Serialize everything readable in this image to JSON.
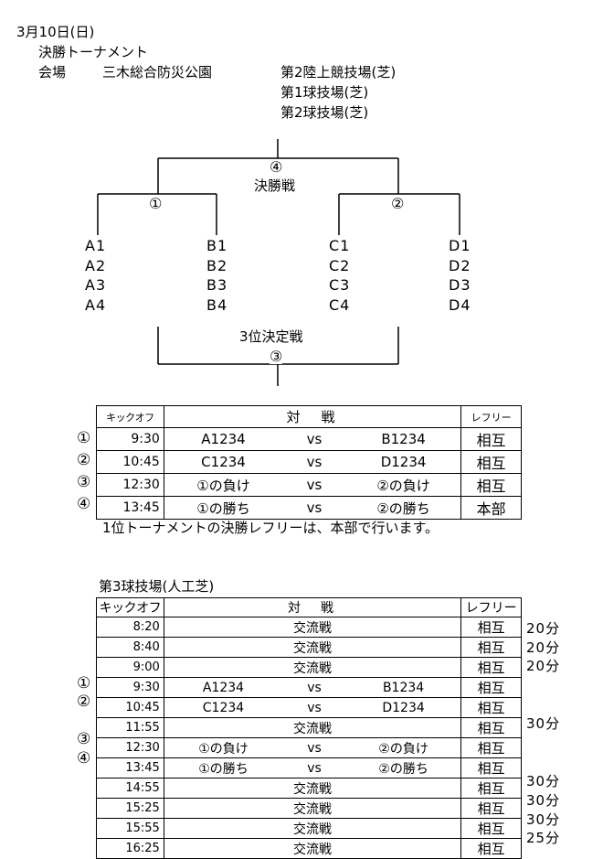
{
  "header": {
    "date": "3月10日(日)",
    "title": "決勝トーナメント",
    "venue_label": "会場",
    "venue_name": "三木総合防災公園",
    "fields": [
      "第2陸上競技場(芝)",
      "第1球技場(芝)",
      "第2球技場(芝)"
    ]
  },
  "bracket": {
    "final_mark": "④",
    "final_label": "決勝戦",
    "semi_left_mark": "①",
    "semi_right_mark": "②",
    "third_label": "3位決定戦",
    "third_mark": "③",
    "teams": {
      "A": [
        "A1",
        "A2",
        "A3",
        "A4"
      ],
      "B": [
        "B1",
        "B2",
        "B3",
        "B4"
      ],
      "C": [
        "C1",
        "C2",
        "C3",
        "C4"
      ],
      "D": [
        "D1",
        "D2",
        "D3",
        "D4"
      ]
    }
  },
  "table1": {
    "headers": {
      "kickoff": "キックオフ",
      "match": "対　戦",
      "referee": "レフリー"
    },
    "rows": [
      {
        "mark": "①",
        "time": "9:30",
        "home": "A1234",
        "vs": "vs",
        "away": "B1234",
        "ref": "相互"
      },
      {
        "mark": "②",
        "time": "10:45",
        "home": "C1234",
        "vs": "vs",
        "away": "D1234",
        "ref": "相互"
      },
      {
        "mark": "③",
        "time": "12:30",
        "home": "①の負け",
        "vs": "vs",
        "away": "②の負け",
        "ref": "相互"
      },
      {
        "mark": "④",
        "time": "13:45",
        "home": "①の勝ち",
        "vs": "vs",
        "away": "②の勝ち",
        "ref": "本部"
      }
    ],
    "note": "1位トーナメントの決勝レフリーは、本部で行います。"
  },
  "table2": {
    "title": "第3球技場(人工芝)",
    "headers": {
      "kickoff": "キックオフ",
      "match": "対　戦",
      "referee": "レフリー"
    },
    "rows": [
      {
        "mark": "",
        "time": "8:20",
        "match": "交流戦",
        "ref": "相互",
        "dur": "20分"
      },
      {
        "mark": "",
        "time": "8:40",
        "match": "交流戦",
        "ref": "相互",
        "dur": "20分"
      },
      {
        "mark": "",
        "time": "9:00",
        "match": "交流戦",
        "ref": "相互",
        "dur": "20分"
      },
      {
        "mark": "①",
        "time": "9:30",
        "home": "A1234",
        "vs": "vs",
        "away": "B1234",
        "ref": "相互",
        "dur": ""
      },
      {
        "mark": "②",
        "time": "10:45",
        "home": "C1234",
        "vs": "vs",
        "away": "D1234",
        "ref": "相互",
        "dur": ""
      },
      {
        "mark": "",
        "time": "11:55",
        "match": "交流戦",
        "ref": "相互",
        "dur": "30分"
      },
      {
        "mark": "③",
        "time": "12:30",
        "home": "①の負け",
        "vs": "vs",
        "away": "②の負け",
        "ref": "相互",
        "dur": ""
      },
      {
        "mark": "④",
        "time": "13:45",
        "home": "①の勝ち",
        "vs": "vs",
        "away": "②の勝ち",
        "ref": "相互",
        "dur": ""
      },
      {
        "mark": "",
        "time": "14:55",
        "match": "交流戦",
        "ref": "相互",
        "dur": "30分"
      },
      {
        "mark": "",
        "time": "15:25",
        "match": "交流戦",
        "ref": "相互",
        "dur": "30分"
      },
      {
        "mark": "",
        "time": "15:55",
        "match": "交流戦",
        "ref": "相互",
        "dur": "30分"
      },
      {
        "mark": "",
        "time": "16:25",
        "match": "交流戦",
        "ref": "相互",
        "dur": "25分"
      }
    ]
  }
}
